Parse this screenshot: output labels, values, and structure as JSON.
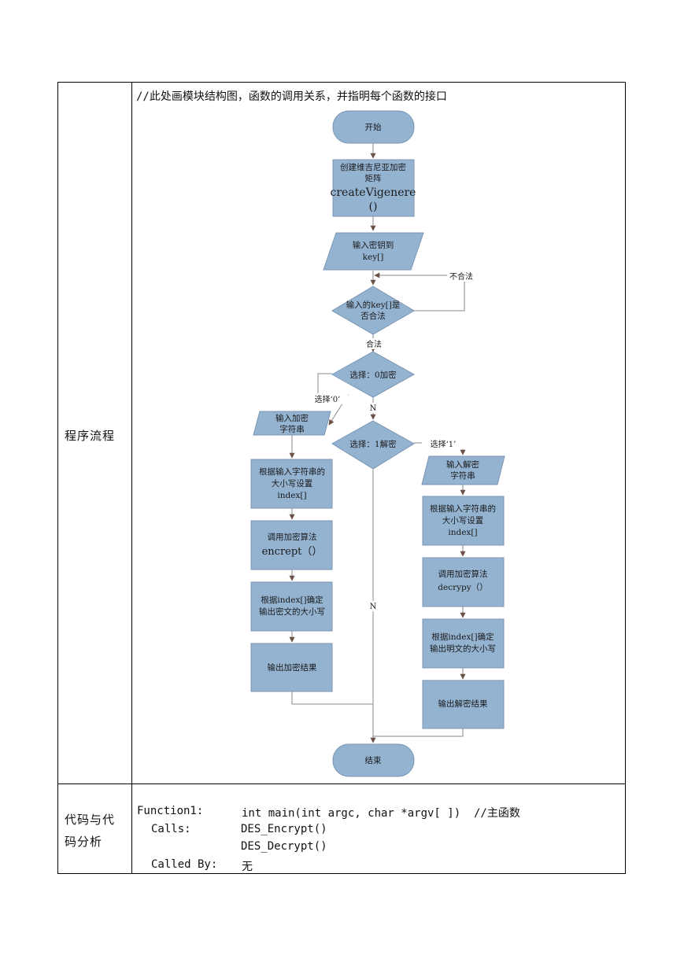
{
  "table": {
    "row1_label": "程序流程",
    "row1_comment": "//此处画模块结构图，函数的调用关系，并指明每个函数的接口",
    "row2_label_line1": "代码与代",
    "row2_label_line2": "码分析"
  },
  "flowchart": {
    "start": "开始",
    "create_line1": "创建维吉尼亚加密",
    "create_line2": "矩阵",
    "create_line3": "createVigenere",
    "create_line4": "()",
    "input_key_line1": "输入密钥到",
    "input_key_line2": "key[]",
    "check_line1": "输入的key[]是",
    "check_line2": "否合法",
    "invalid": "不合法",
    "valid": "合法",
    "choose_encrypt": "选择：0加密",
    "choose0": "选择‘0’",
    "choose_decrypt": "选择：1解密",
    "choose1": "选择‘1’",
    "n_label": "N",
    "enc_input_line1": "输入加密",
    "enc_input_line2": "字符串",
    "enc_index_line1": "根据输入字符串的",
    "enc_index_line2": "大小写设置",
    "enc_index_line3": "index[]",
    "enc_call_line1": "调用加密算法",
    "enc_call_line2": "encrept（）",
    "enc_case_line1": "根据index[]确定",
    "enc_case_line2": "输出密文的大小写",
    "enc_output": "输出加密结果",
    "dec_input_line1": "输入解密",
    "dec_input_line2": "字符串",
    "dec_index_line1": "根据输入字符串的",
    "dec_index_line2": "大小写设置",
    "dec_index_line3": "index[]",
    "dec_call_line1": "调用加密算法",
    "dec_call_line2": "decrypy（）",
    "dec_case_line1": "根据index[]确定",
    "dec_case_line2": "输出明文的大小写",
    "dec_output": "输出解密结果",
    "end": "结束"
  },
  "code": {
    "function_label": "Function1:",
    "function_sig": "int main(int argc, char *argv[ ])  //主函数",
    "calls_label": "Calls:",
    "call1": "DES_Encrypt()",
    "call2": "DES_Decrypt()",
    "called_by_label": "Called By:",
    "called_by": "无"
  },
  "colors": {
    "node_fill": "#94b3d1",
    "node_stroke": "#7a96b4",
    "arrow": "#6b5147",
    "line": "#888888"
  }
}
